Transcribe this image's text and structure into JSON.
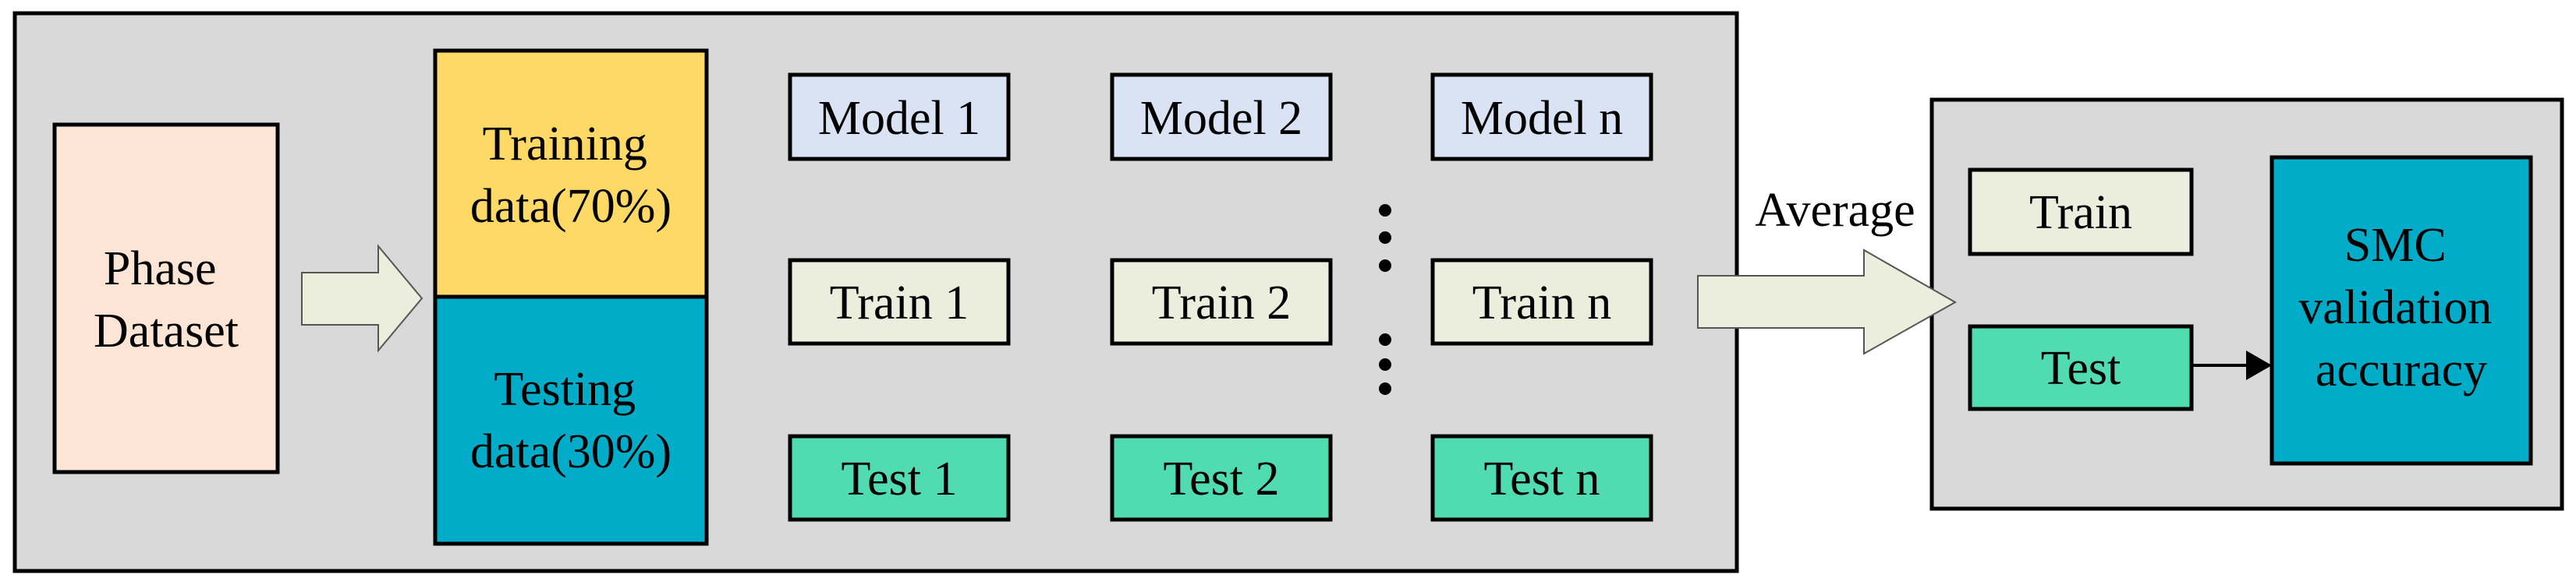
{
  "colors": {
    "panel": "#d9d9d9",
    "phase_dataset": "#fde5d6",
    "training_data": "#ffd966",
    "testing_data": "#00acc8",
    "model": "#dae3f3",
    "train": "#ebeedd",
    "test": "#50dcb0",
    "smc": "#00acc8"
  },
  "left_panel": {
    "dataset": [
      "Phase",
      "Dataset"
    ],
    "training": [
      "Training",
      "data(70%)"
    ],
    "testing": [
      "Testing",
      "data(30%)"
    ],
    "models": [
      "Model 1",
      "Model 2",
      "Model n"
    ],
    "trains": [
      "Train 1",
      "Train 2",
      "Train n"
    ],
    "tests": [
      "Test 1",
      "Test 2",
      "Test n"
    ]
  },
  "arrow_label": "Average",
  "right_panel": {
    "train": "Train",
    "test": "Test",
    "result": [
      "SMC",
      "validation",
      "accuracy"
    ]
  }
}
